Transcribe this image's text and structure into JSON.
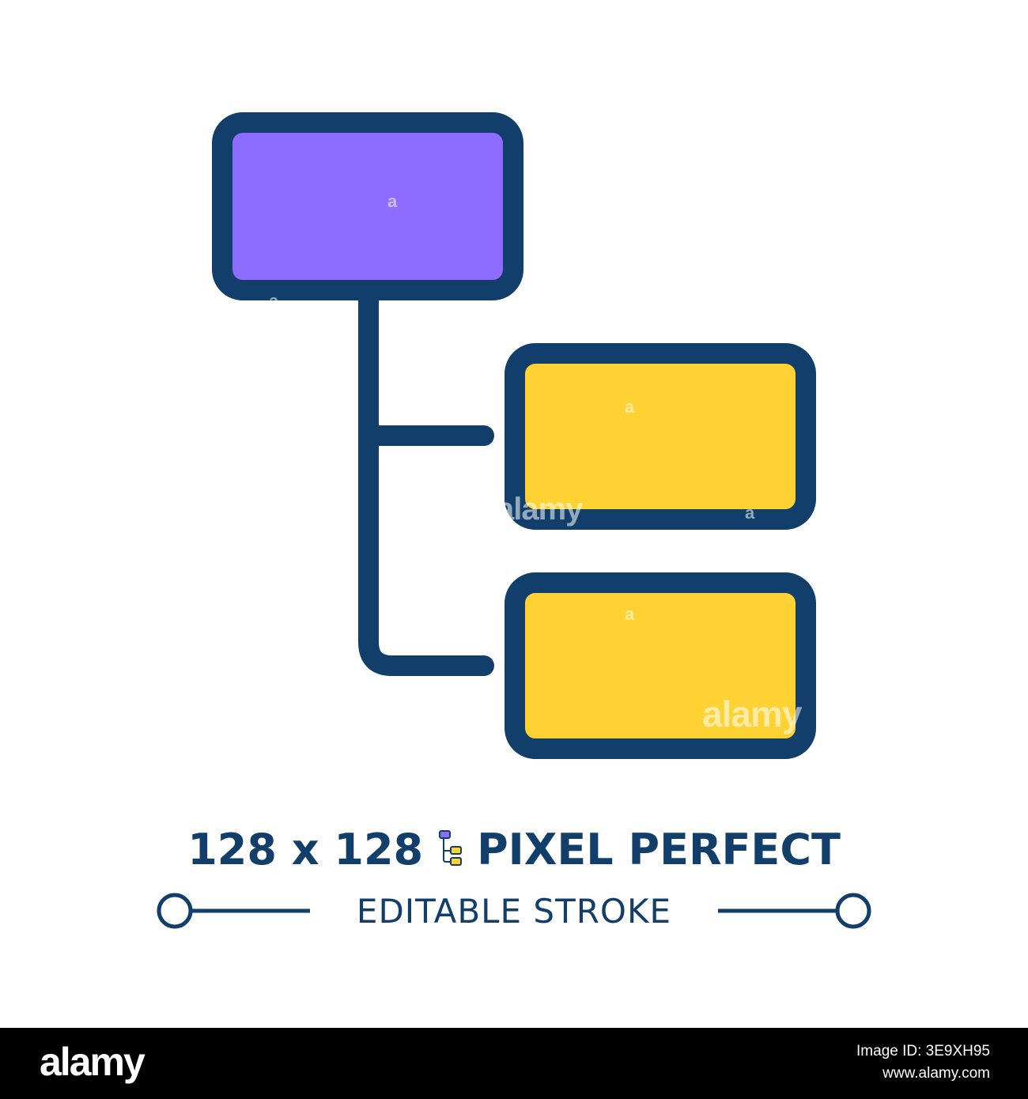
{
  "icon": {
    "name": "hierarchy-diagram",
    "colors": {
      "outline": "#123e6b",
      "parent_fill": "#8c6dff",
      "child_fill": "#ffd233",
      "background": "#ffffff"
    },
    "watermarks": [
      "a",
      "a",
      "a",
      "a",
      "a",
      "alamy",
      "alamy"
    ]
  },
  "headline": {
    "size_text": "128 x 128",
    "feature_text": "PIXEL PERFECT"
  },
  "stroke_label": "EDITABLE STROKE",
  "footer": {
    "brand": "alamy",
    "image_id": "Image ID: 3E9XH95",
    "site": "www.alamy.com"
  }
}
